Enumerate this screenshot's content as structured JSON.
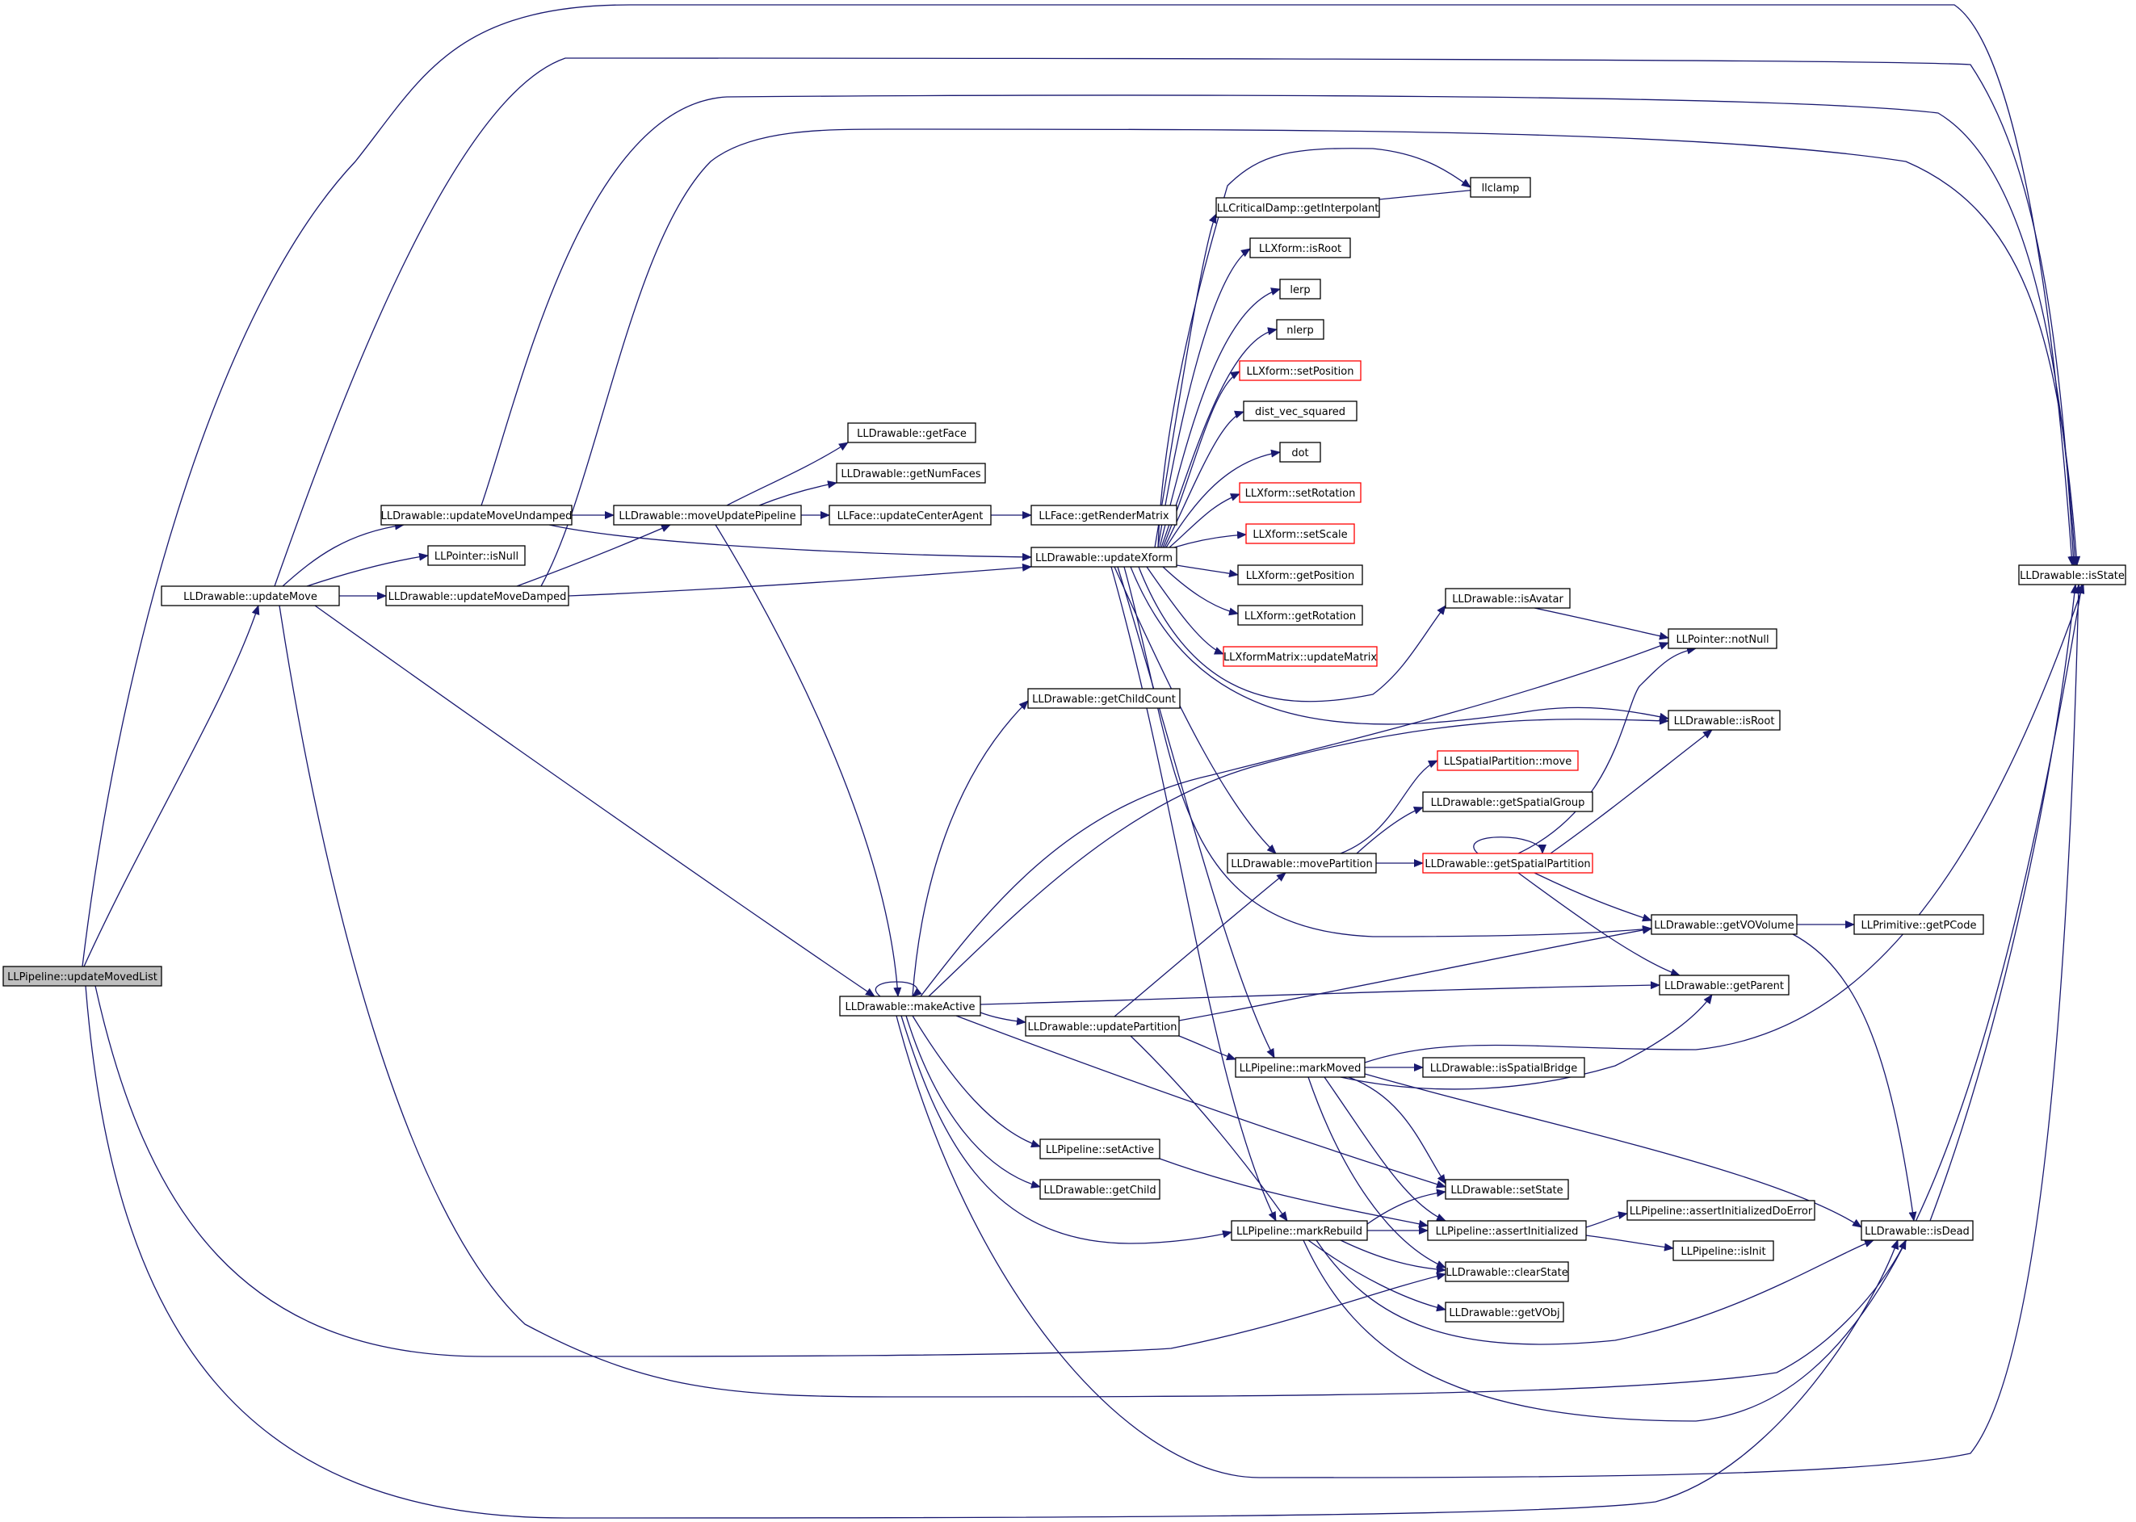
{
  "graph": {
    "colors": {
      "edge": "#191970",
      "node_border": "#000000",
      "node_fill": "#ffffff",
      "root_fill": "#bfbfbf",
      "truncated_border": "#ff0000"
    },
    "nodes": [
      {
        "id": "n_updateMovedList",
        "label": "LLPipeline::updateMovedList",
        "style": "root"
      },
      {
        "id": "n_updateMove",
        "label": "LLDrawable::updateMove",
        "style": "normal"
      },
      {
        "id": "n_updateMoveUndamped",
        "label": "LLDrawable::updateMoveUndamped",
        "style": "normal"
      },
      {
        "id": "n_isNull",
        "label": "LLPointer::isNull",
        "style": "normal"
      },
      {
        "id": "n_updateMoveDamped",
        "label": "LLDrawable::updateMoveDamped",
        "style": "normal"
      },
      {
        "id": "n_moveUpdatePipeline",
        "label": "LLDrawable::moveUpdatePipeline",
        "style": "normal"
      },
      {
        "id": "n_getFace",
        "label": "LLDrawable::getFace",
        "style": "normal"
      },
      {
        "id": "n_getNumFaces",
        "label": "LLDrawable::getNumFaces",
        "style": "normal"
      },
      {
        "id": "n_updateCenterAgent",
        "label": "LLFace::updateCenterAgent",
        "style": "normal"
      },
      {
        "id": "n_getRenderMatrix",
        "label": "LLFace::getRenderMatrix",
        "style": "normal"
      },
      {
        "id": "n_updateXform",
        "label": "LLDrawable::updateXform",
        "style": "normal"
      },
      {
        "id": "n_llclamp",
        "label": "llclamp",
        "style": "normal"
      },
      {
        "id": "n_getInterpolant",
        "label": "LLCriticalDamp::getInterpolant",
        "style": "normal"
      },
      {
        "id": "n_xformIsRoot",
        "label": "LLXform::isRoot",
        "style": "normal"
      },
      {
        "id": "n_lerp",
        "label": "lerp",
        "style": "normal"
      },
      {
        "id": "n_nlerp",
        "label": "nlerp",
        "style": "normal"
      },
      {
        "id": "n_setPosition",
        "label": "LLXform::setPosition",
        "style": "truncated"
      },
      {
        "id": "n_distVecSquared",
        "label": "dist_vec_squared",
        "style": "normal"
      },
      {
        "id": "n_dot",
        "label": "dot",
        "style": "normal"
      },
      {
        "id": "n_setRotation",
        "label": "LLXform::setRotation",
        "style": "truncated"
      },
      {
        "id": "n_setScale",
        "label": "LLXform::setScale",
        "style": "truncated"
      },
      {
        "id": "n_getPosition",
        "label": "LLXform::getPosition",
        "style": "normal"
      },
      {
        "id": "n_getRotation",
        "label": "LLXform::getRotation",
        "style": "normal"
      },
      {
        "id": "n_updateMatrix",
        "label": "LLXformMatrix::updateMatrix",
        "style": "truncated"
      },
      {
        "id": "n_isAvatar",
        "label": "LLDrawable::isAvatar",
        "style": "normal"
      },
      {
        "id": "n_notNull",
        "label": "LLPointer::notNull",
        "style": "normal"
      },
      {
        "id": "n_getChildCount",
        "label": "LLDrawable::getChildCount",
        "style": "normal"
      },
      {
        "id": "n_drawableIsRoot",
        "label": "LLDrawable::isRoot",
        "style": "normal"
      },
      {
        "id": "n_spatialMove",
        "label": "LLSpatialPartition::move",
        "style": "truncated"
      },
      {
        "id": "n_getSpatialGroup",
        "label": "LLDrawable::getSpatialGroup",
        "style": "normal"
      },
      {
        "id": "n_movePartition",
        "label": "LLDrawable::movePartition",
        "style": "normal"
      },
      {
        "id": "n_getSpatialPartition",
        "label": "LLDrawable::getSpatialPartition",
        "style": "truncated"
      },
      {
        "id": "n_getVOVolume",
        "label": "LLDrawable::getVOVolume",
        "style": "normal"
      },
      {
        "id": "n_getPCode",
        "label": "LLPrimitive::getPCode",
        "style": "normal"
      },
      {
        "id": "n_makeActive",
        "label": "LLDrawable::makeActive",
        "style": "normal"
      },
      {
        "id": "n_getParent",
        "label": "LLDrawable::getParent",
        "style": "normal"
      },
      {
        "id": "n_updatePartition",
        "label": "LLDrawable::updatePartition",
        "style": "normal"
      },
      {
        "id": "n_markMoved",
        "label": "LLPipeline::markMoved",
        "style": "normal"
      },
      {
        "id": "n_isSpatialBridge",
        "label": "LLDrawable::isSpatialBridge",
        "style": "normal"
      },
      {
        "id": "n_setActive",
        "label": "LLPipeline::setActive",
        "style": "normal"
      },
      {
        "id": "n_setState",
        "label": "LLDrawable::setState",
        "style": "normal"
      },
      {
        "id": "n_getChild",
        "label": "LLDrawable::getChild",
        "style": "normal"
      },
      {
        "id": "n_assertInitializedDoError",
        "label": "LLPipeline::assertInitializedDoError",
        "style": "normal"
      },
      {
        "id": "n_markRebuild",
        "label": "LLPipeline::markRebuild",
        "style": "normal"
      },
      {
        "id": "n_assertInitialized",
        "label": "LLPipeline::assertInitialized",
        "style": "normal"
      },
      {
        "id": "n_isInit",
        "label": "LLPipeline::isInit",
        "style": "normal"
      },
      {
        "id": "n_isDead",
        "label": "LLDrawable::isDead",
        "style": "normal"
      },
      {
        "id": "n_clearState",
        "label": "LLDrawable::clearState",
        "style": "normal"
      },
      {
        "id": "n_getVObj",
        "label": "LLDrawable::getVObj",
        "style": "normal"
      },
      {
        "id": "n_isState",
        "label": "LLDrawable::isState",
        "style": "normal"
      }
    ],
    "edges": [
      [
        "n_updateMovedList",
        "n_updateMove"
      ],
      [
        "n_updateMovedList",
        "n_isState"
      ],
      [
        "n_updateMovedList",
        "n_clearState"
      ],
      [
        "n_updateMovedList",
        "n_isDead"
      ],
      [
        "n_updateMove",
        "n_updateMoveUndamped"
      ],
      [
        "n_updateMove",
        "n_isNull"
      ],
      [
        "n_updateMove",
        "n_updateMoveDamped"
      ],
      [
        "n_updateMove",
        "n_makeActive"
      ],
      [
        "n_updateMove",
        "n_isState"
      ],
      [
        "n_updateMove",
        "n_isDead"
      ],
      [
        "n_updateMoveUndamped",
        "n_moveUpdatePipeline"
      ],
      [
        "n_updateMoveUndamped",
        "n_updateXform"
      ],
      [
        "n_updateMoveUndamped",
        "n_isState"
      ],
      [
        "n_updateMoveDamped",
        "n_moveUpdatePipeline"
      ],
      [
        "n_updateMoveDamped",
        "n_updateXform"
      ],
      [
        "n_updateMoveDamped",
        "n_isState"
      ],
      [
        "n_moveUpdatePipeline",
        "n_getFace"
      ],
      [
        "n_moveUpdatePipeline",
        "n_getNumFaces"
      ],
      [
        "n_moveUpdatePipeline",
        "n_updateCenterAgent"
      ],
      [
        "n_moveUpdatePipeline",
        "n_makeActive"
      ],
      [
        "n_updateCenterAgent",
        "n_getRenderMatrix"
      ],
      [
        "n_updateXform",
        "n_llclamp"
      ],
      [
        "n_updateXform",
        "n_getInterpolant"
      ],
      [
        "n_updateXform",
        "n_xformIsRoot"
      ],
      [
        "n_updateXform",
        "n_lerp"
      ],
      [
        "n_updateXform",
        "n_nlerp"
      ],
      [
        "n_updateXform",
        "n_setPosition"
      ],
      [
        "n_updateXform",
        "n_distVecSquared"
      ],
      [
        "n_updateXform",
        "n_dot"
      ],
      [
        "n_updateXform",
        "n_setRotation"
      ],
      [
        "n_updateXform",
        "n_setScale"
      ],
      [
        "n_updateXform",
        "n_getPosition"
      ],
      [
        "n_updateXform",
        "n_getRotation"
      ],
      [
        "n_updateXform",
        "n_updateMatrix"
      ],
      [
        "n_updateXform",
        "n_isAvatar"
      ],
      [
        "n_updateXform",
        "n_drawableIsRoot"
      ],
      [
        "n_updateXform",
        "n_movePartition"
      ],
      [
        "n_updateXform",
        "n_getVOVolume"
      ],
      [
        "n_updateXform",
        "n_markMoved"
      ],
      [
        "n_updateXform",
        "n_markRebuild"
      ],
      [
        "n_getInterpolant",
        "n_llclamp"
      ],
      [
        "n_isAvatar",
        "n_notNull"
      ],
      [
        "n_movePartition",
        "n_spatialMove"
      ],
      [
        "n_movePartition",
        "n_getSpatialGroup"
      ],
      [
        "n_movePartition",
        "n_getSpatialPartition"
      ],
      [
        "n_getSpatialPartition",
        "n_getSpatialPartition"
      ],
      [
        "n_getSpatialPartition",
        "n_notNull"
      ],
      [
        "n_getSpatialPartition",
        "n_drawableIsRoot"
      ],
      [
        "n_getSpatialPartition",
        "n_getVOVolume"
      ],
      [
        "n_getSpatialPartition",
        "n_getParent"
      ],
      [
        "n_getVOVolume",
        "n_getPCode"
      ],
      [
        "n_getVOVolume",
        "n_isDead"
      ],
      [
        "n_makeActive",
        "n_makeActive"
      ],
      [
        "n_makeActive",
        "n_getChildCount"
      ],
      [
        "n_makeActive",
        "n_notNull"
      ],
      [
        "n_makeActive",
        "n_drawableIsRoot"
      ],
      [
        "n_makeActive",
        "n_getParent"
      ],
      [
        "n_makeActive",
        "n_updatePartition"
      ],
      [
        "n_makeActive",
        "n_setActive"
      ],
      [
        "n_makeActive",
        "n_getChild"
      ],
      [
        "n_makeActive",
        "n_setState"
      ],
      [
        "n_makeActive",
        "n_markRebuild"
      ],
      [
        "n_makeActive",
        "n_isState"
      ],
      [
        "n_updatePartition",
        "n_movePartition"
      ],
      [
        "n_updatePartition",
        "n_getVOVolume"
      ],
      [
        "n_updatePartition",
        "n_markMoved"
      ],
      [
        "n_updatePartition",
        "n_markRebuild"
      ],
      [
        "n_markMoved",
        "n_isSpatialBridge"
      ],
      [
        "n_markMoved",
        "n_getParent"
      ],
      [
        "n_markMoved",
        "n_isState"
      ],
      [
        "n_markMoved",
        "n_setState"
      ],
      [
        "n_markMoved",
        "n_assertInitialized"
      ],
      [
        "n_markMoved",
        "n_clearState"
      ],
      [
        "n_markMoved",
        "n_isDead"
      ],
      [
        "n_setActive",
        "n_assertInitialized"
      ],
      [
        "n_markRebuild",
        "n_setState"
      ],
      [
        "n_markRebuild",
        "n_assertInitialized"
      ],
      [
        "n_markRebuild",
        "n_clearState"
      ],
      [
        "n_markRebuild",
        "n_getVObj"
      ],
      [
        "n_markRebuild",
        "n_isDead"
      ],
      [
        "n_markRebuild",
        "n_isState"
      ],
      [
        "n_assertInitialized",
        "n_assertInitializedDoError"
      ],
      [
        "n_assertInitialized",
        "n_isInit"
      ],
      [
        "n_isDead",
        "n_isState"
      ]
    ]
  }
}
